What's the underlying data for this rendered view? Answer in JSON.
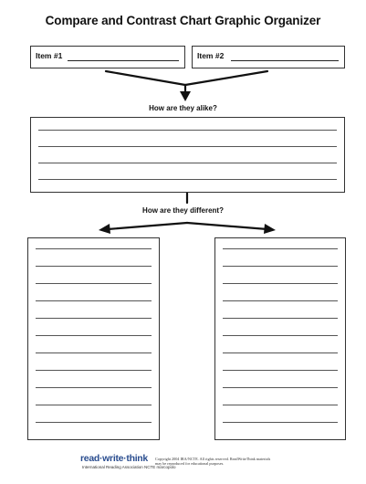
{
  "title": "Compare and Contrast Chart Graphic Organizer",
  "items": [
    {
      "label": "Item #1"
    },
    {
      "label": "Item #2"
    }
  ],
  "alike": {
    "heading": "How are they alike?",
    "line_count": 4
  },
  "different": {
    "heading": "How are they different?",
    "line_count": 11
  },
  "footer": {
    "logo": "read·write·think",
    "partners": "International Reading Association   NCTE   marcopolo",
    "copyright": "Copyright 2004 IRA/NCTE. All rights reserved. ReadWriteThink materials may be reproduced for educational purposes."
  }
}
